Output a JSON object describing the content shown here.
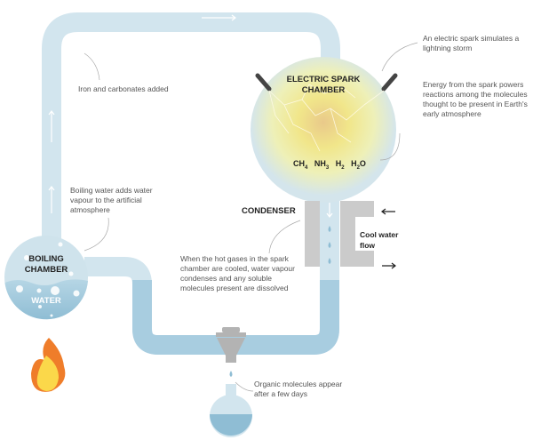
{
  "labels": {
    "spark_chamber": "ELECTRIC SPARK CHAMBER",
    "gases": [
      "CH",
      "4",
      "NH",
      "3",
      "H",
      "2",
      "H",
      "2",
      "O"
    ],
    "condenser": "CONDENSER",
    "cool_water": "Cool water flow",
    "boiling_chamber": "BOILING CHAMBER",
    "water": "WATER"
  },
  "annotations": {
    "spark": "An electric spark simulates a lightning storm",
    "energy": "Energy from the spark powers reactions among the molecules thought to be present in Earth's early atmosphere",
    "iron": "Iron and carbonates added",
    "boiling": "Boiling water adds water vapour to the artificial atmosphere",
    "condense": "When the hot gases in the spark chamber are cooled, water vapour condenses and any soluble molecules present are dissolved",
    "organic": "Organic molecules appear after a few days"
  },
  "colors": {
    "tube": "#d2e5ee",
    "water": "#a8cde0",
    "condenser": "#cbcbcb",
    "spark_glow": "#f3ec8a"
  }
}
